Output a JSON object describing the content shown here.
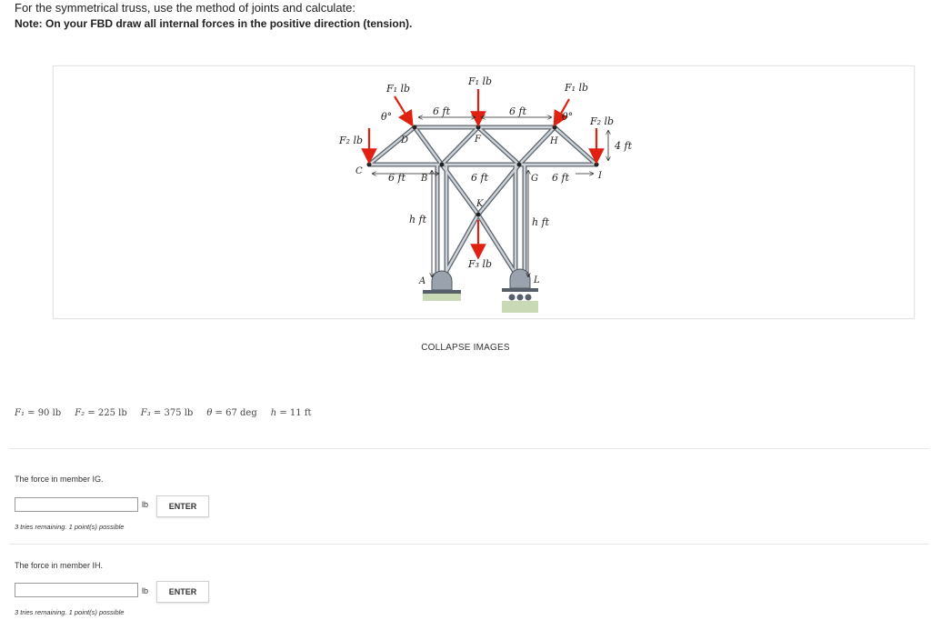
{
  "header": {
    "instruction": "For the symmetrical truss, use the method of joints and calculate:",
    "note": "Note: On your FBD draw all internal forces in the positive direction (tension)."
  },
  "figure": {
    "labels": {
      "f1_left": "F₁ lb",
      "f1_mid": "F₁ lb",
      "f1_right": "F₁ lb",
      "f2_left": "F₂ lb",
      "f2_right": "F₂ lb",
      "f3": "F₃ lb",
      "theta_left": "θ°",
      "theta_right": "θ°",
      "dim_top_left": "6 ft",
      "dim_top_right": "6 ft",
      "dim_bot_left": "6 ft",
      "dim_bot_mid": "6 ft",
      "dim_bot_right": "6 ft",
      "dim_4ft": "4 ft",
      "h_left": "h ft",
      "h_right": "h ft",
      "node_C": "C",
      "node_D": "D",
      "node_B": "B",
      "node_F": "F",
      "node_G": "G",
      "node_H": "H",
      "node_I": "I",
      "node_K": "K",
      "node_A": "A",
      "node_L": "L"
    }
  },
  "collapse_label": "COLLAPSE IMAGES",
  "params": {
    "f1": {
      "sym": "F₁",
      "val": " = 90 lb"
    },
    "f2": {
      "sym": "F₂",
      "val": " = 225 lb"
    },
    "f3": {
      "sym": "F₃",
      "val": " = 375 lb"
    },
    "theta": {
      "sym": "θ",
      "val": " = 67 deg"
    },
    "h": {
      "sym": "h",
      "val": " = 11 ft"
    }
  },
  "questions": [
    {
      "label": "The force in member IG.",
      "value": "",
      "unit": "lb",
      "button": "ENTER",
      "tries": "3 tries remaining. 1 point(s) possible"
    },
    {
      "label": "The force in member IH.",
      "value": "",
      "unit": "lb",
      "button": "ENTER",
      "tries": "3 tries remaining. 1 point(s) possible"
    }
  ]
}
